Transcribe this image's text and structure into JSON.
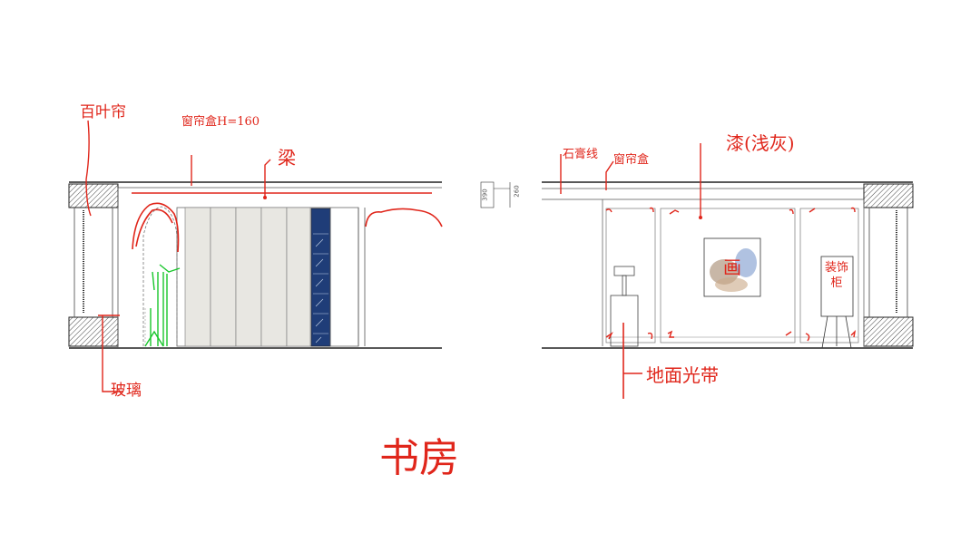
{
  "title": "书房",
  "colors": {
    "annotation": "#e0261b",
    "plant": "#19c62c",
    "panel": "#e8e7e2",
    "accent_panel": "#1f3d78",
    "line": "#222222"
  },
  "left_elevation": {
    "annotations": {
      "blinds": "百叶帘",
      "curtain_box": "窗帘盒H=160",
      "beam": "梁",
      "glass": "玻璃"
    }
  },
  "right_elevation": {
    "dimensions": {
      "d1": "390",
      "d2": "260"
    },
    "annotations": {
      "plaster_line": "石膏线",
      "curtain_box": "窗帘盒",
      "paint": "漆(浅灰)",
      "floor_light": "地面光带",
      "painting": "画",
      "easel": "装饰柜"
    }
  }
}
